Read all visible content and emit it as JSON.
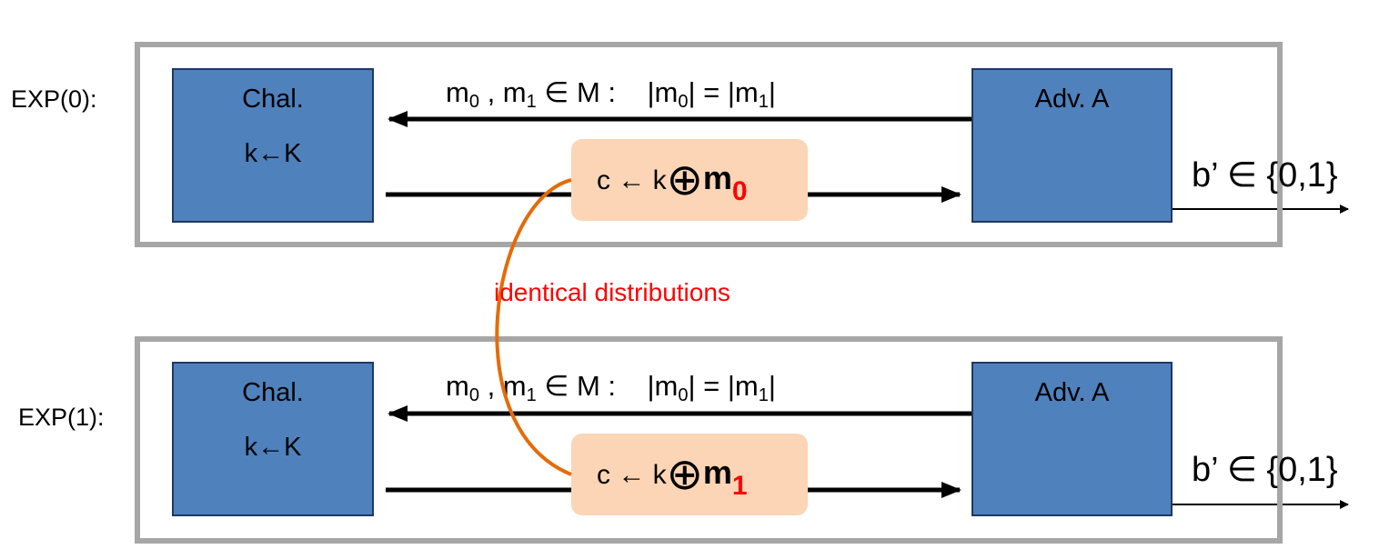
{
  "experiments": [
    {
      "label": "EXP(0):",
      "challenger": {
        "title": "Chal.",
        "keygen": "k←K"
      },
      "adversary": {
        "title": "Adv. A"
      },
      "query": {
        "m0": "m",
        "sub0": "0",
        "sep1": " , ",
        "m1": "m",
        "sub1": "1",
        "in_m": " ∈ M :",
        "abs_open": "|m",
        "abs_sub0": "0",
        "abs_mid": "| = |m",
        "abs_sub1": "1",
        "abs_close": "|"
      },
      "ciphertext": {
        "prefix": "c ← k",
        "xor": "⊕",
        "msg": "m",
        "index": "0"
      },
      "output": "b’ ∈ {0,1}"
    },
    {
      "label": "EXP(1):",
      "challenger": {
        "title": "Chal.",
        "keygen": "k←K"
      },
      "adversary": {
        "title": "Adv. A"
      },
      "query": {
        "m0": "m",
        "sub0": "0",
        "sep1": " , ",
        "m1": "m",
        "sub1": "1",
        "in_m": " ∈ M :",
        "abs_open": "|m",
        "abs_sub0": "0",
        "abs_mid": "| = |m",
        "abs_sub1": "1",
        "abs_close": "|"
      },
      "ciphertext": {
        "prefix": "c ← k",
        "xor": "⊕",
        "msg": "m",
        "index": "1"
      },
      "output": "b’ ∈ {0,1}"
    }
  ],
  "annotation": "identical distributions",
  "colors": {
    "box_fill": "#4f81bd",
    "frame": "#a6a6a6",
    "cipher_fill": "#fbd5b5",
    "curve": "#e36c09",
    "highlight": "#ff0000"
  }
}
